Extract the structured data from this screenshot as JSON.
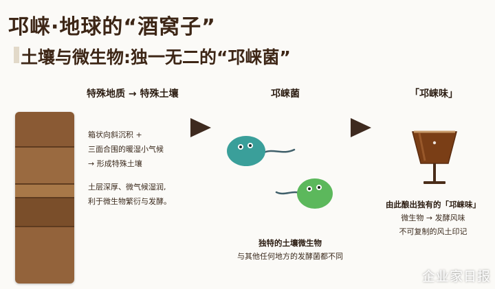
{
  "title": "邛崃·地球的“酒窝子”",
  "subtitle": "土壤与微生物:独一无二的“邛崃菌”",
  "columns": {
    "soil": {
      "heading": "特殊地质 → 特殊土壤",
      "lines": [
        "箱状向斜沉积 +",
        "三面合围的暖湿小气候",
        "→ 形成特殊土壤"
      ],
      "lines2": [
        "土层深厚、微气候湿润,",
        "利于微生物繁衍与发酵。"
      ]
    },
    "microbe": {
      "heading": "邛崃菌",
      "caption_bold": "独特的土壤微生物",
      "caption": "与其他任何地方的发酵菌都不同"
    },
    "taste": {
      "heading": "「邛崃味」",
      "caption_bold": "由此酿出独有的「邛崃味」",
      "line1": "微生物 → 发酵风味",
      "line2": "不可复制的风土印记"
    }
  },
  "watermark": "企业家日报",
  "colors": {
    "soil_layers": [
      "#8a5a34",
      "#9a6a40",
      "#a87848",
      "#7a4e2a",
      "#93633b"
    ],
    "arrow": "#3e2a1f",
    "microbe_teal": "#3a9f9a",
    "microbe_green": "#5cb85c",
    "liquor": "#7a3e16"
  }
}
